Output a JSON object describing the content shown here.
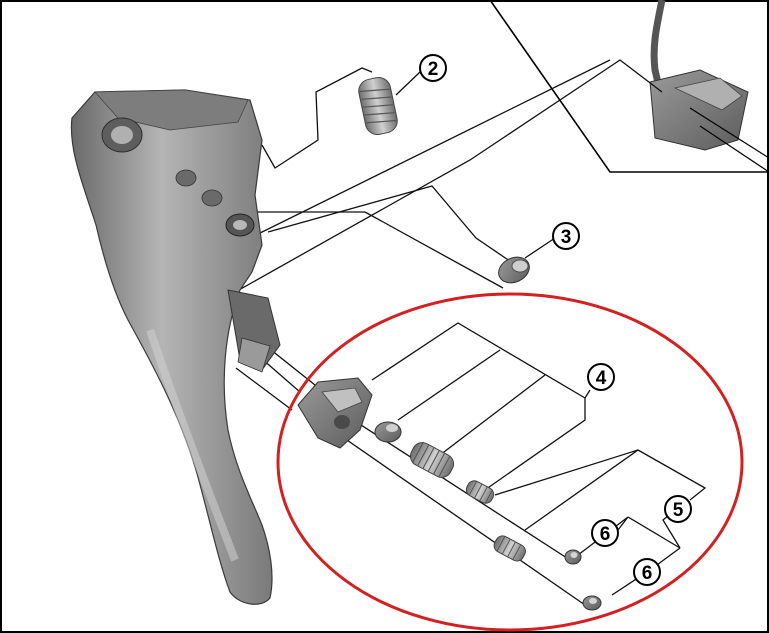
{
  "callouts": {
    "c2": "2",
    "c3": "3",
    "c4": "4",
    "c5": "5",
    "c6a": "6",
    "c6b": "6"
  },
  "colors": {
    "part_dark": "#5a5a5a",
    "part_mid": "#8a8a8a",
    "part_light": "#b9b9b9",
    "line": "#111111",
    "highlight_ellipse": "#d32020",
    "frame": "#000000",
    "background": "#ffffff"
  }
}
